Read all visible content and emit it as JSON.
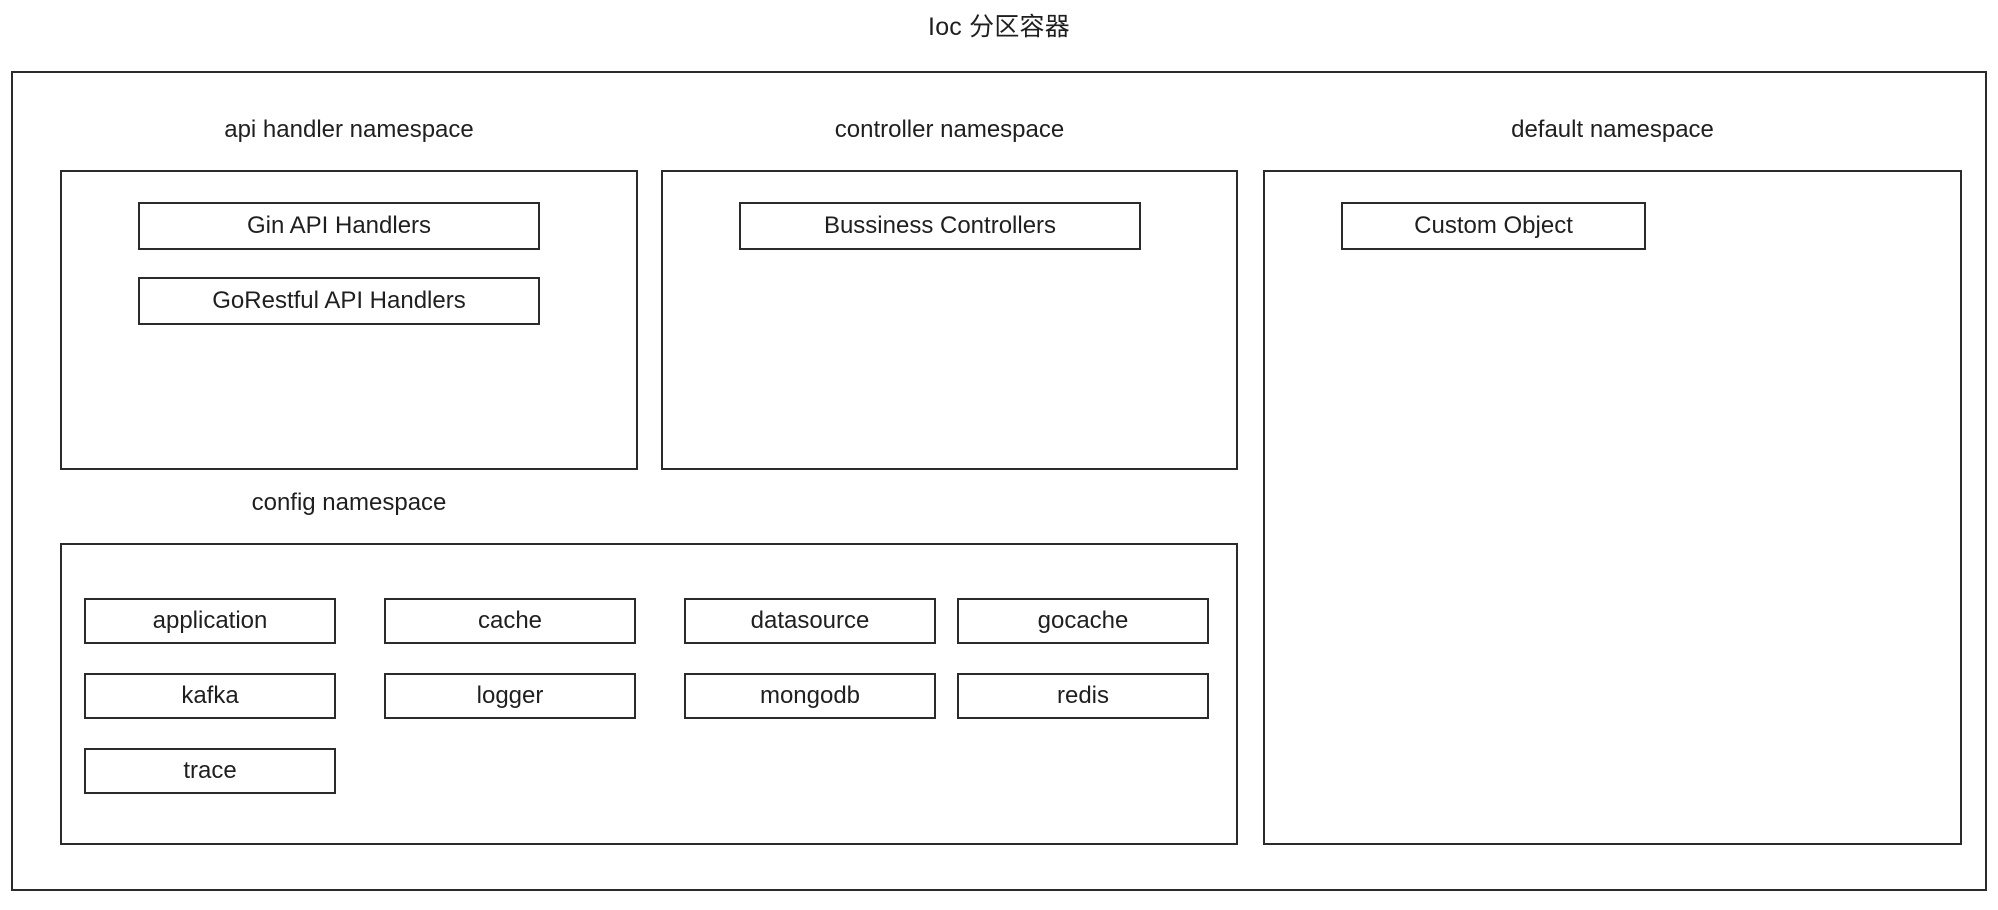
{
  "diagram": {
    "title": "Ioc 分区容器",
    "type": "nested-container-diagram",
    "stroke_color": "#2b2b2b",
    "background_color": "#ffffff",
    "text_color": "#1f1f1f"
  },
  "namespaces": {
    "api_handler": {
      "label": "api handler namespace",
      "items": [
        {
          "label": "Gin API Handlers"
        },
        {
          "label": "GoRestful API Handlers"
        }
      ]
    },
    "controller": {
      "label": "controller namespace",
      "items": [
        {
          "label": "Bussiness Controllers"
        }
      ]
    },
    "default": {
      "label": "default namespace",
      "items": [
        {
          "label": "Custom Object"
        }
      ]
    },
    "config": {
      "label": "config namespace",
      "items": [
        {
          "label": "application"
        },
        {
          "label": "cache"
        },
        {
          "label": "datasource"
        },
        {
          "label": "gocache"
        },
        {
          "label": "kafka"
        },
        {
          "label": "logger"
        },
        {
          "label": "mongodb"
        },
        {
          "label": "redis"
        },
        {
          "label": "trace"
        }
      ]
    }
  }
}
